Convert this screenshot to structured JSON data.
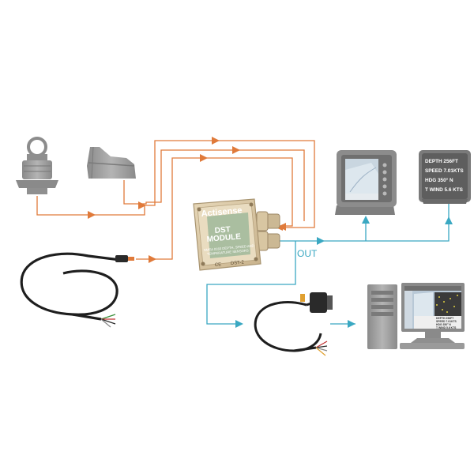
{
  "module": {
    "brand": "Actisense",
    "title_line1": "DST",
    "title_line2": "MODULE",
    "desc_line1": "NMEA 0183 DEPTH, SPEED AND",
    "desc_line2": "TEMPERATURE SENSORS",
    "model": "DST-2",
    "mark": "CE"
  },
  "out_label": "OUT",
  "instrument_display": {
    "line1": "DEPTH 256FT",
    "line2": "SPEED 7.01KTS",
    "line3": "HDG  350°  N",
    "line4": "T WIND 5.6 KTS"
  },
  "monitor_readout": {
    "line1": "DEPTH 256FT",
    "line2": "SPEED 7.01KTS",
    "line3": "HDG 350° N",
    "line4": "T WIND 5.6 KTS"
  },
  "colors": {
    "input_line": "#e07a3a",
    "output_line": "#3aa8c2",
    "device_grey": "#9a9a9a",
    "device_dark": "#6f6f6f",
    "cable": "#1e1e1e",
    "module_body": "#d9c7a6"
  },
  "icons": {
    "through_hull": "through-hull-transducer-icon",
    "transom": "transom-transducer-icon",
    "cable": "transducer-cable-icon",
    "module": "dst-module-icon",
    "plotter": "chartplotter-icon",
    "instrument": "instrument-display-icon",
    "serial": "db9-serial-cable-icon",
    "pc": "pc-icon"
  }
}
